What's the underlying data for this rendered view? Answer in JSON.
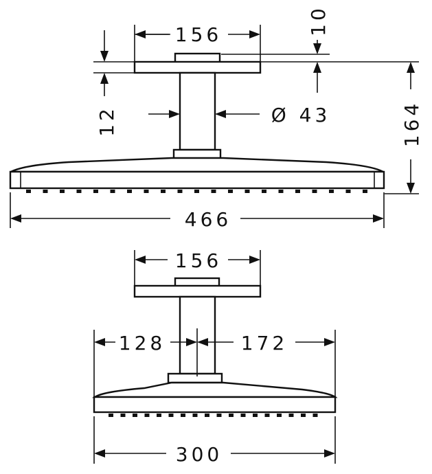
{
  "front_view": {
    "flange_width": "156",
    "flange_thickness": "10",
    "ceiling_gap": "12",
    "arm_diameter": "Ø 43",
    "total_height": "164",
    "head_width": "466"
  },
  "side_view": {
    "flange_width": "156",
    "offset_left": "128",
    "offset_right": "172",
    "head_depth": "300"
  }
}
